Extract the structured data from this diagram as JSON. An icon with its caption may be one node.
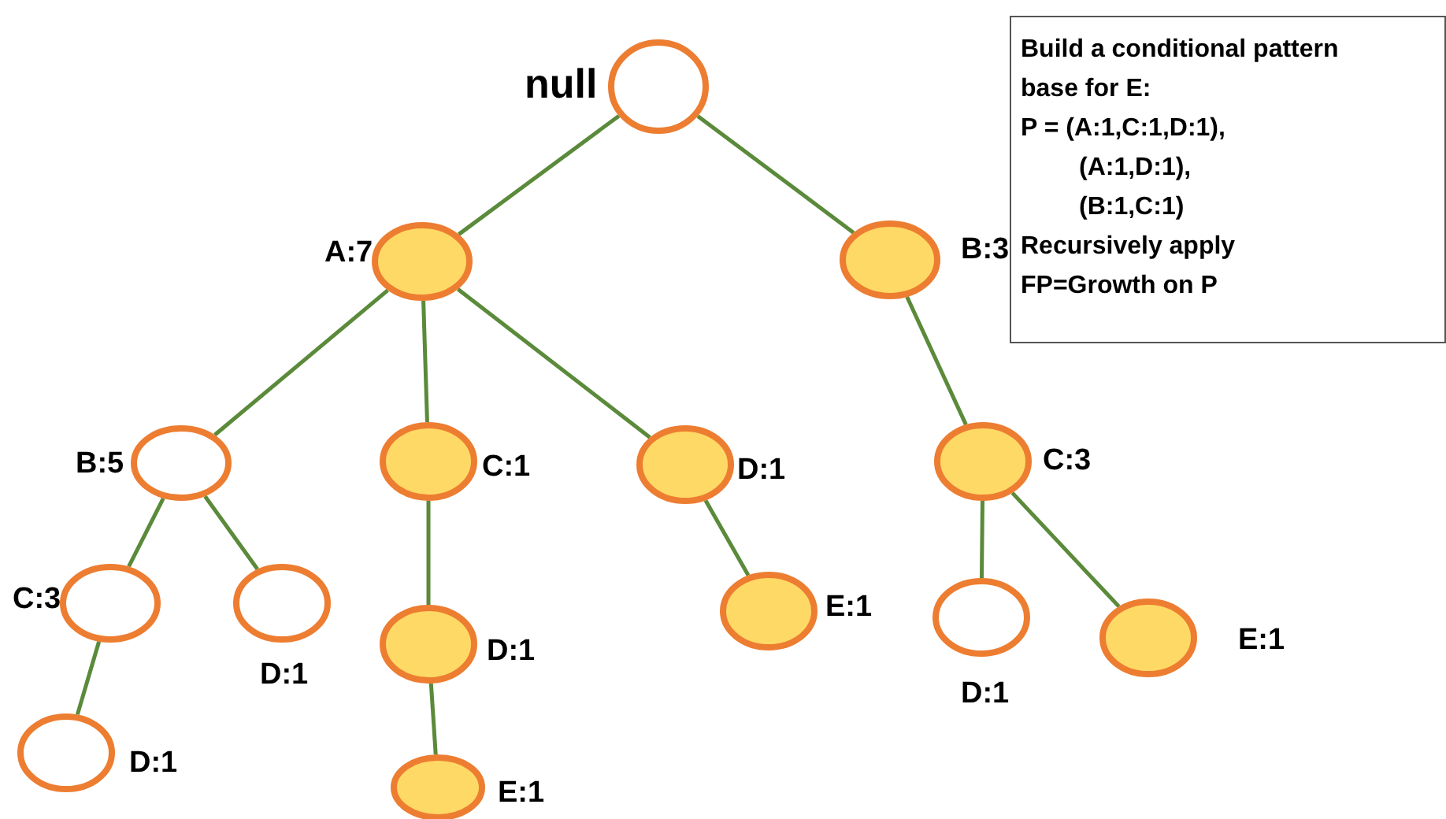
{
  "diagram": {
    "nodes": [
      {
        "text": [
          "null"
        ]
      },
      {
        "text": [
          "A:7"
        ]
      },
      {
        "text": [
          "B:3"
        ]
      },
      {
        "text": [
          "B:5"
        ]
      },
      {
        "text": [
          "C:1"
        ]
      },
      {
        "text": [
          "D:1"
        ]
      },
      {
        "text": [
          "C:3"
        ]
      },
      {
        "text": [
          "C:3"
        ]
      },
      {
        "text": [
          "D:1"
        ]
      },
      {
        "text": [
          "D:1"
        ]
      },
      {
        "text": [
          "E:1"
        ]
      },
      {
        "text": [
          "D:1"
        ]
      },
      {
        "text": [
          "E:1"
        ]
      },
      {
        "text": [
          "D:1"
        ]
      },
      {
        "text": [
          "E:1"
        ]
      },
      {
        "text": [
          "Build a conditional pattern base for E:",
          "P = (A:1,C:1,D:1),",
          "(A:1,D:1),",
          "(B:1,C:1)",
          "Recursively apply FP=Growth on P"
        ]
      }
    ],
    "edges": [
      {
        "from": 0,
        "to": 1,
        "arrow": "none"
      },
      {
        "from": 0,
        "to": 2,
        "arrow": "none"
      },
      {
        "from": 1,
        "to": 3,
        "arrow": "none"
      },
      {
        "from": 1,
        "to": 4,
        "arrow": "none"
      },
      {
        "from": 1,
        "to": 5,
        "arrow": "none"
      },
      {
        "from": 2,
        "to": 6,
        "arrow": "none"
      },
      {
        "from": 3,
        "to": 7,
        "arrow": "none"
      },
      {
        "from": 3,
        "to": 8,
        "arrow": "none"
      },
      {
        "from": 4,
        "to": 9,
        "arrow": "none"
      },
      {
        "from": 5,
        "to": 10,
        "arrow": "none"
      },
      {
        "from": 6,
        "to": 11,
        "arrow": "none"
      },
      {
        "from": 6,
        "to": 12,
        "arrow": "none"
      },
      {
        "from": 7,
        "to": 13,
        "arrow": "none"
      },
      {
        "from": 9,
        "to": 14,
        "arrow": "none"
      }
    ]
  }
}
